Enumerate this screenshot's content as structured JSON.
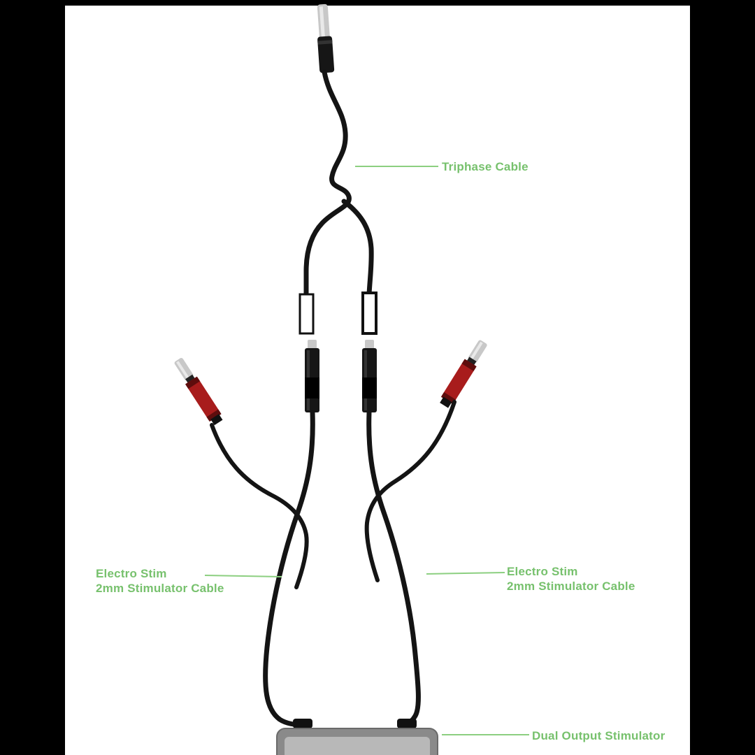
{
  "page": {
    "background": "#000000",
    "canvas": "#ffffff",
    "description": "Product diagram of an electro-stimulation cable set with green callout labels"
  },
  "colors": {
    "label_green": "#77c16d",
    "line_green": "#8ccf80",
    "cable_black": "#141414",
    "connector_red": "#a81c1c",
    "connector_silver": "#c8c8c8",
    "device_gray": "#8a8a8a"
  },
  "labels": {
    "triphase": {
      "text": "Triphase Cable"
    },
    "left_cable": {
      "line1": "Electro Stim",
      "line2": "2mm Stimulator Cable"
    },
    "right_cable": {
      "line1": "Electro Stim",
      "line2": "2mm Stimulator Cable"
    },
    "device": {
      "text": "Dual Output Stimulator"
    }
  }
}
